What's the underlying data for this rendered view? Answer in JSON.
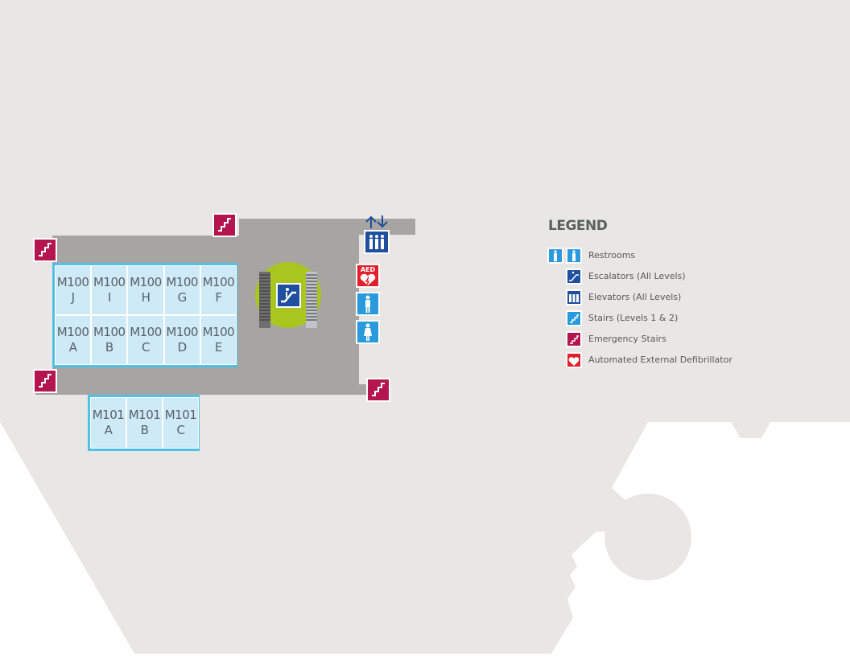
{
  "map": {
    "stores_row_top": [
      {
        "unit": "M100",
        "suffix": "J"
      },
      {
        "unit": "M100",
        "suffix": "I"
      },
      {
        "unit": "M100",
        "suffix": "H"
      },
      {
        "unit": "M100",
        "suffix": "G"
      },
      {
        "unit": "M100",
        "suffix": "F"
      }
    ],
    "stores_row_bottom": [
      {
        "unit": "M100",
        "suffix": "A"
      },
      {
        "unit": "M100",
        "suffix": "B"
      },
      {
        "unit": "M100",
        "suffix": "C"
      },
      {
        "unit": "M100",
        "suffix": "D"
      },
      {
        "unit": "M100",
        "suffix": "E"
      }
    ],
    "stores_m101": [
      {
        "unit": "M101",
        "suffix": "A"
      },
      {
        "unit": "M101",
        "suffix": "B"
      },
      {
        "unit": "M101",
        "suffix": "C"
      }
    ],
    "aed_label": "AED"
  },
  "legend": {
    "title": "LEGEND",
    "items": [
      {
        "label": "Restrooms",
        "icon": "restroom-icon"
      },
      {
        "label": "Escalators (All Levels)",
        "icon": "escalator-icon"
      },
      {
        "label": "Elevators (All Levels)",
        "icon": "elevator-icon"
      },
      {
        "label": "Stairs (Levels 1 & 2)",
        "icon": "stairs-icon"
      },
      {
        "label": "Emergency Stairs",
        "icon": "emergency-stairs-icon"
      },
      {
        "label": "Automated External Defibrillator",
        "icon": "aed-icon"
      }
    ]
  },
  "colors": {
    "background_area": "#e8e7e5",
    "corridor": "#a7a5a1",
    "store_fill": "#cdeaf6",
    "store_border": "#4fc0e8",
    "emergency_stairs": "#b5154f",
    "restroom": "#2a9ade",
    "escalator": "#1f4fa0",
    "aed": "#e4202a",
    "escalator_well": "#a9c520"
  }
}
